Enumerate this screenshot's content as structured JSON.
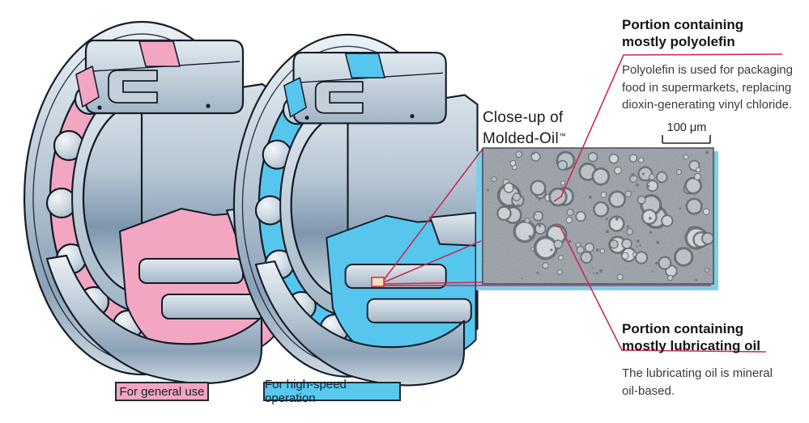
{
  "legend": {
    "general_use": "For general use",
    "high_speed": "For high-speed operation"
  },
  "closeup": {
    "line1": "Close-up of",
    "line2": "Molded-Oil",
    "trademark": "™"
  },
  "scale_bar_label": "100 μm",
  "annotations": {
    "polyolefin": {
      "heading1": "Portion containing",
      "heading2": "mostly polyolefin",
      "body1": "Polyolefin is used for packaging",
      "body2": "food in supermarkets, replacing",
      "body3": "dioxin-generating vinyl chloride."
    },
    "lubricating": {
      "heading1": "Portion containing",
      "heading2": "mostly lubricating oil",
      "body1": "The lubricating oil is mineral",
      "body2": "oil-based."
    }
  },
  "colors": {
    "accent_general_use": "#f2a6c2",
    "accent_high_speed": "#56c6ee",
    "leader_line_red": "#d0294d",
    "micrograph_shadow_blue": "#7ecdec",
    "outline": "#141d28"
  }
}
